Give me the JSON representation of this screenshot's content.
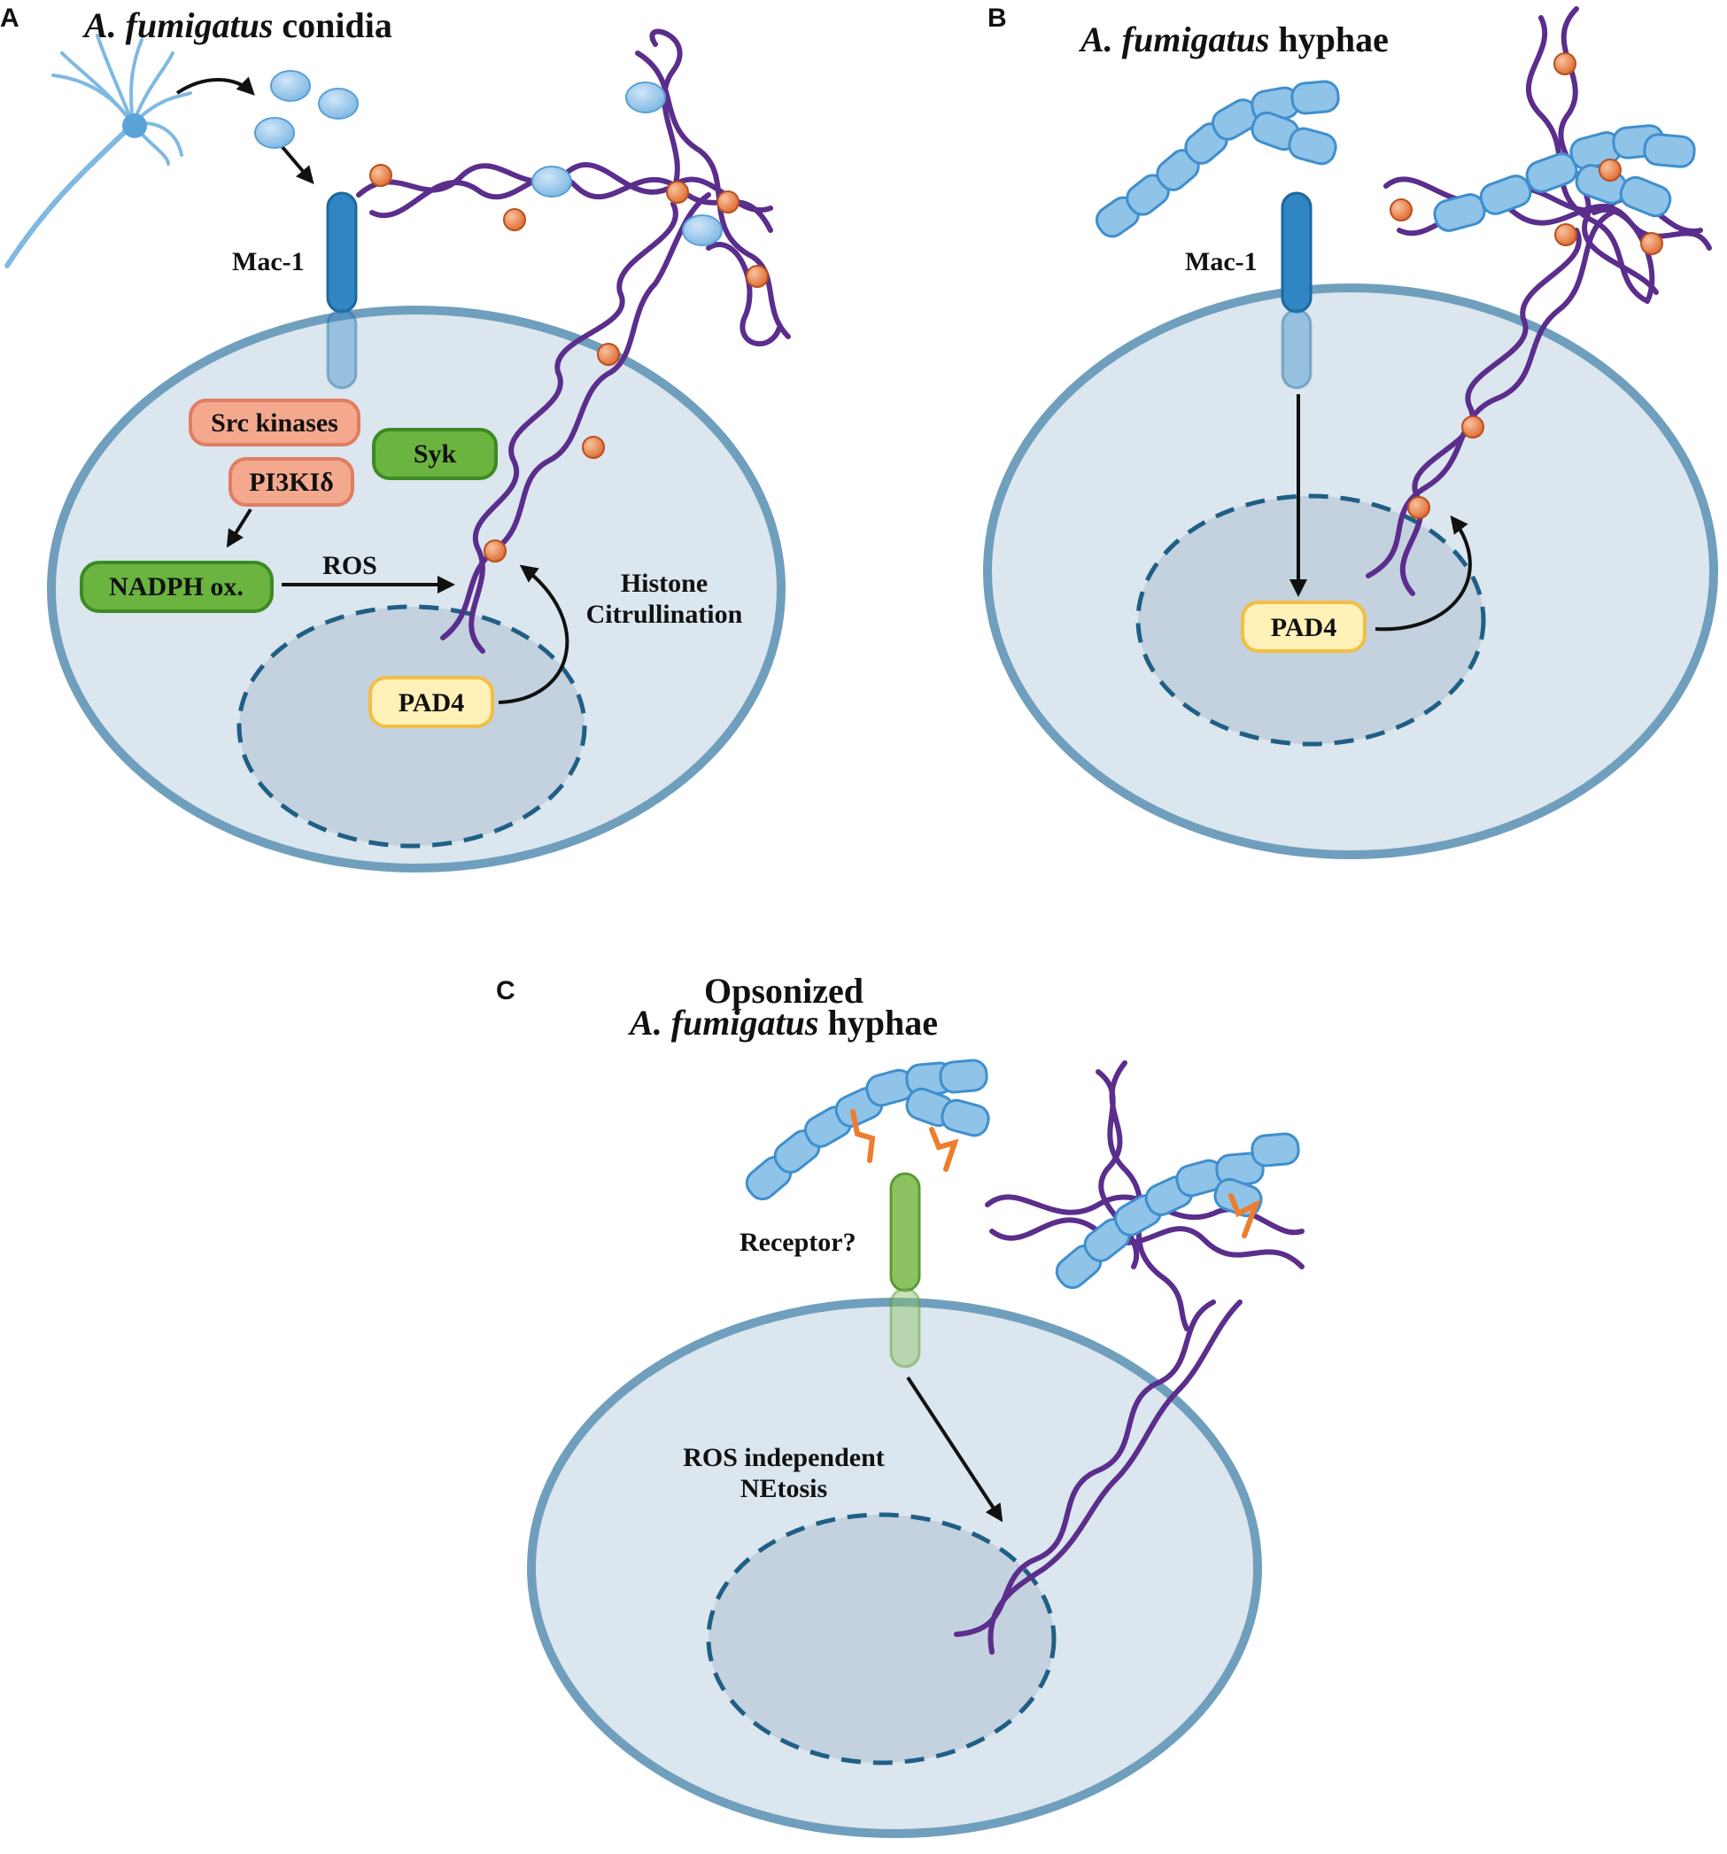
{
  "colors": {
    "cell_fill": "#dbe6ee",
    "cell_stroke": "#6f9fbd",
    "nucleus_fill": "#c4d1de",
    "nucleus_stroke": "#1f5f85",
    "receptor": "#2f86c3",
    "receptor_green": "#8cc262",
    "dna": "#5b2d8c",
    "histone": "#e6814a",
    "fungus": "#8fc3e8",
    "fungus_stroke": "#3f8fce",
    "kinase_fill": "#f4a98e",
    "green_box": "#6ab43f",
    "pad4_fill": "#fff1b8",
    "pad4_stroke": "#f2be45",
    "antibody": "#ee7d2d"
  },
  "panel_a": {
    "letter": "A",
    "title_italic": "A. fumigatus",
    "title_rest": " conidia",
    "receptor_label": "Mac-1",
    "src_kinases": "Src kinases",
    "pi3k": "PI3KIδ",
    "syk": "Syk",
    "nadph": "NADPH ox.",
    "ros": "ROS",
    "histone_line1": "Histone",
    "histone_line2": "Citrullination",
    "pad4": "PAD4"
  },
  "panel_b": {
    "letter": "B",
    "title_italic": "A. fumigatus",
    "title_rest": " hyphae",
    "receptor_label": "Mac-1",
    "pad4": "PAD4"
  },
  "panel_c": {
    "letter": "C",
    "title_line1": "Opsonized",
    "title_italic": "A. fumigatus",
    "title_rest": " hyphae",
    "receptor_label": "Receptor?",
    "mechanism_line1": "ROS independent",
    "mechanism_line2": "NEtosis"
  }
}
